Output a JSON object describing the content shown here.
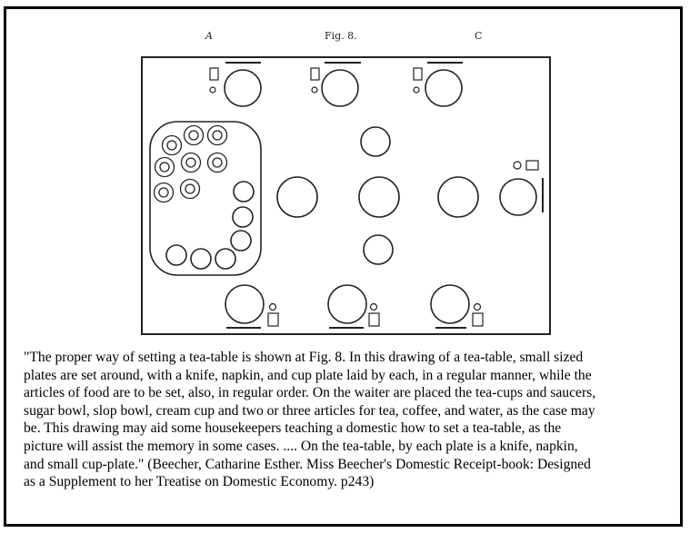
{
  "figure": {
    "label_left": "A",
    "title": "Fig. 8.",
    "label_right": "C"
  },
  "caption": {
    "lines": [
      "\"The proper way of setting a tea-table is shown at Fig. 8. In this drawing of a tea-table, small sized",
      "plates are set around, with a knife, napkin, and cup plate laid by each, in a regular manner, while the",
      "articles of food are to be set, also, in regular order. On the waiter are placed the tea-cups and saucers,",
      "sugar bowl, slop bowl, cream cup and two or three articles for tea, coffee, and water, as the case may",
      "be. This drawing may aid some housekeepers teaching a domestic how to set a tea-table, as the",
      "picture will assist the memory in some cases. .... On the tea-table, by each plate is a knife, napkin,",
      "and small cup-plate.\" (Beecher, Catharine Esther. Miss Beecher's Domestic Receipt-book: Designed",
      "as a Supplement to her Treatise on Domestic Economy. p243)"
    ]
  }
}
